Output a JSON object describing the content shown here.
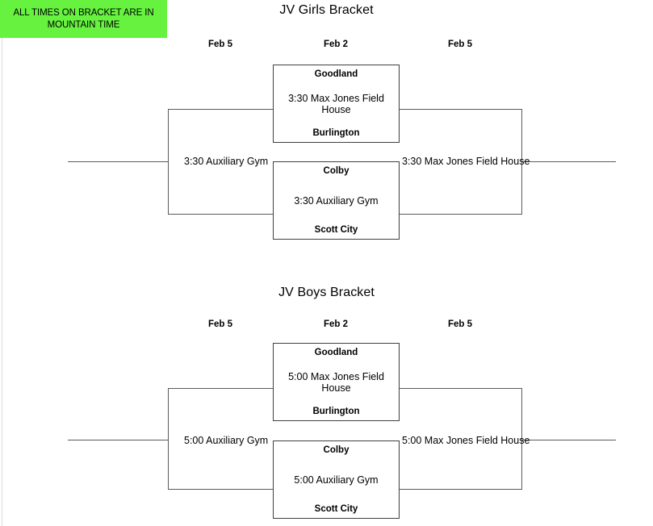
{
  "notice": {
    "text": "ALL TIMES ON BRACKET ARE IN MOUNTAIN TIME",
    "background_color": "#66f23f"
  },
  "brackets": [
    {
      "id": "jv-girls",
      "title": "JV Girls Bracket",
      "round_dates": [
        "Feb 5",
        "Feb 2",
        "Feb 5"
      ],
      "semifinals": [
        {
          "id": "girls-semifinal-upper",
          "top_team": "Goodland",
          "venue": "3:30 Max Jones Field House",
          "bottom_team": "Burlington"
        },
        {
          "id": "girls-semifinal-lower",
          "top_team": "Colby",
          "venue": "3:30 Auxiliary Gym",
          "bottom_team": "Scott City"
        }
      ],
      "left_label": "3:30 Auxiliary Gym",
      "right_label": "3:30 Max Jones Field House"
    },
    {
      "id": "jv-boys",
      "title": "JV Boys Bracket",
      "round_dates": [
        "Feb 5",
        "Feb 2",
        "Feb 5"
      ],
      "semifinals": [
        {
          "id": "boys-semifinal-upper",
          "top_team": "Goodland",
          "venue": "5:00 Max Jones Field House",
          "bottom_team": "Burlington"
        },
        {
          "id": "boys-semifinal-lower",
          "top_team": "Colby",
          "venue": "5:00 Auxiliary Gym",
          "bottom_team": "Scott City"
        }
      ],
      "left_label": "5:00 Auxiliary Gym",
      "right_label": "5:00 Max Jones Field House"
    }
  ]
}
